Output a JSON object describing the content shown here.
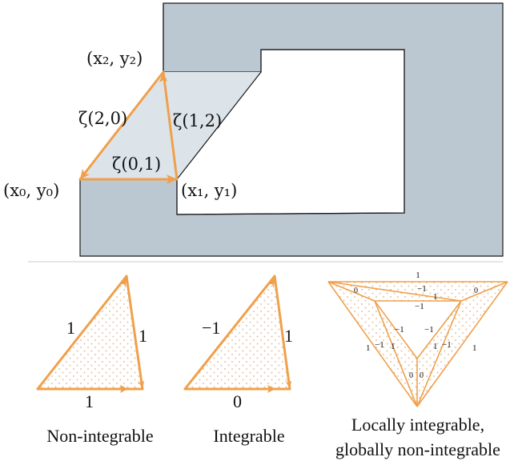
{
  "colors": {
    "region_fill": "#BCC8D1",
    "triangle_fill": "#DCE4EA",
    "outline": "#1A1A1A",
    "edge": "#F0A04B",
    "dot": "#E6C9A8",
    "divider": "#CCCCCC"
  },
  "top": {
    "vertices": {
      "v0": "(x₀, y₀)",
      "v1": "(x₁, y₁)",
      "v2": "(x₂, y₂)"
    },
    "edges": {
      "e01": "ζ(0,1)",
      "e12": "ζ(1,2)",
      "e20": "ζ(2,0)"
    }
  },
  "bottom": {
    "left": {
      "caption": "Non-integrable",
      "labels": {
        "a": "1",
        "b": "1",
        "c": "1"
      }
    },
    "middle": {
      "caption": "Integrable",
      "labels": {
        "a": "−1",
        "b": "1",
        "c": "0"
      }
    },
    "right": {
      "caption_line1": "Locally integrable,",
      "caption_line2": "globally non-integrable",
      "labels": {
        "top_outer": "1",
        "l_outer": "1",
        "r_outer": "1",
        "top_inner_a": "−1",
        "top_inner_b": "1",
        "top_inner_c": "−1",
        "zero_l": "0",
        "zero_r": "0",
        "inner_l1": "−1",
        "inner_l2": "−1",
        "inner_l3": "1",
        "inner_r1": "−1",
        "inner_r2": "1",
        "inner_r3": "−1",
        "zero_b1": "0",
        "zero_b2": "0"
      }
    }
  }
}
